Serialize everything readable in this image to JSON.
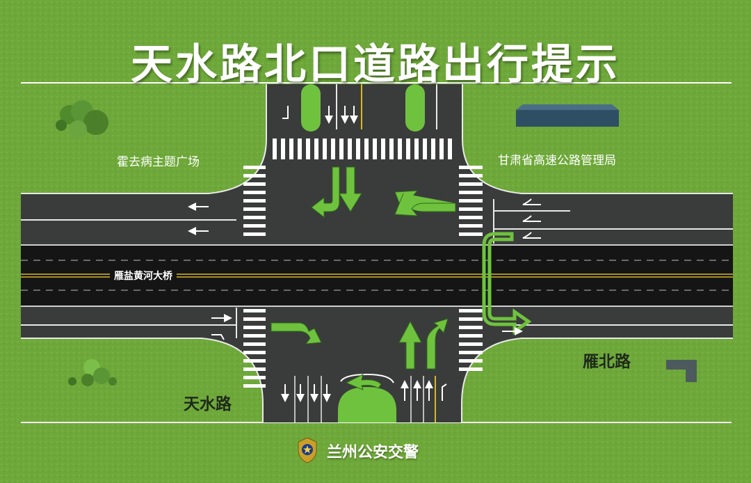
{
  "title": "天水路北口道路出行提示",
  "places": {
    "plaza": "霍去病主题广场",
    "bureau": "甘肃省高速公路管理局"
  },
  "roads": {
    "bridge": "雁盐黄河大桥",
    "yanbei": "雁北路",
    "tianshui": "天水路"
  },
  "footer": {
    "org": "兰州公安交警",
    "emblem": "police-emblem"
  },
  "colors": {
    "grass": "#6ea83a",
    "asphalt": "#3a3c3b",
    "bridge": "#151515",
    "median": "#6fc23e",
    "arrow": "#6fc23e",
    "centerline": "#d8b62a"
  }
}
